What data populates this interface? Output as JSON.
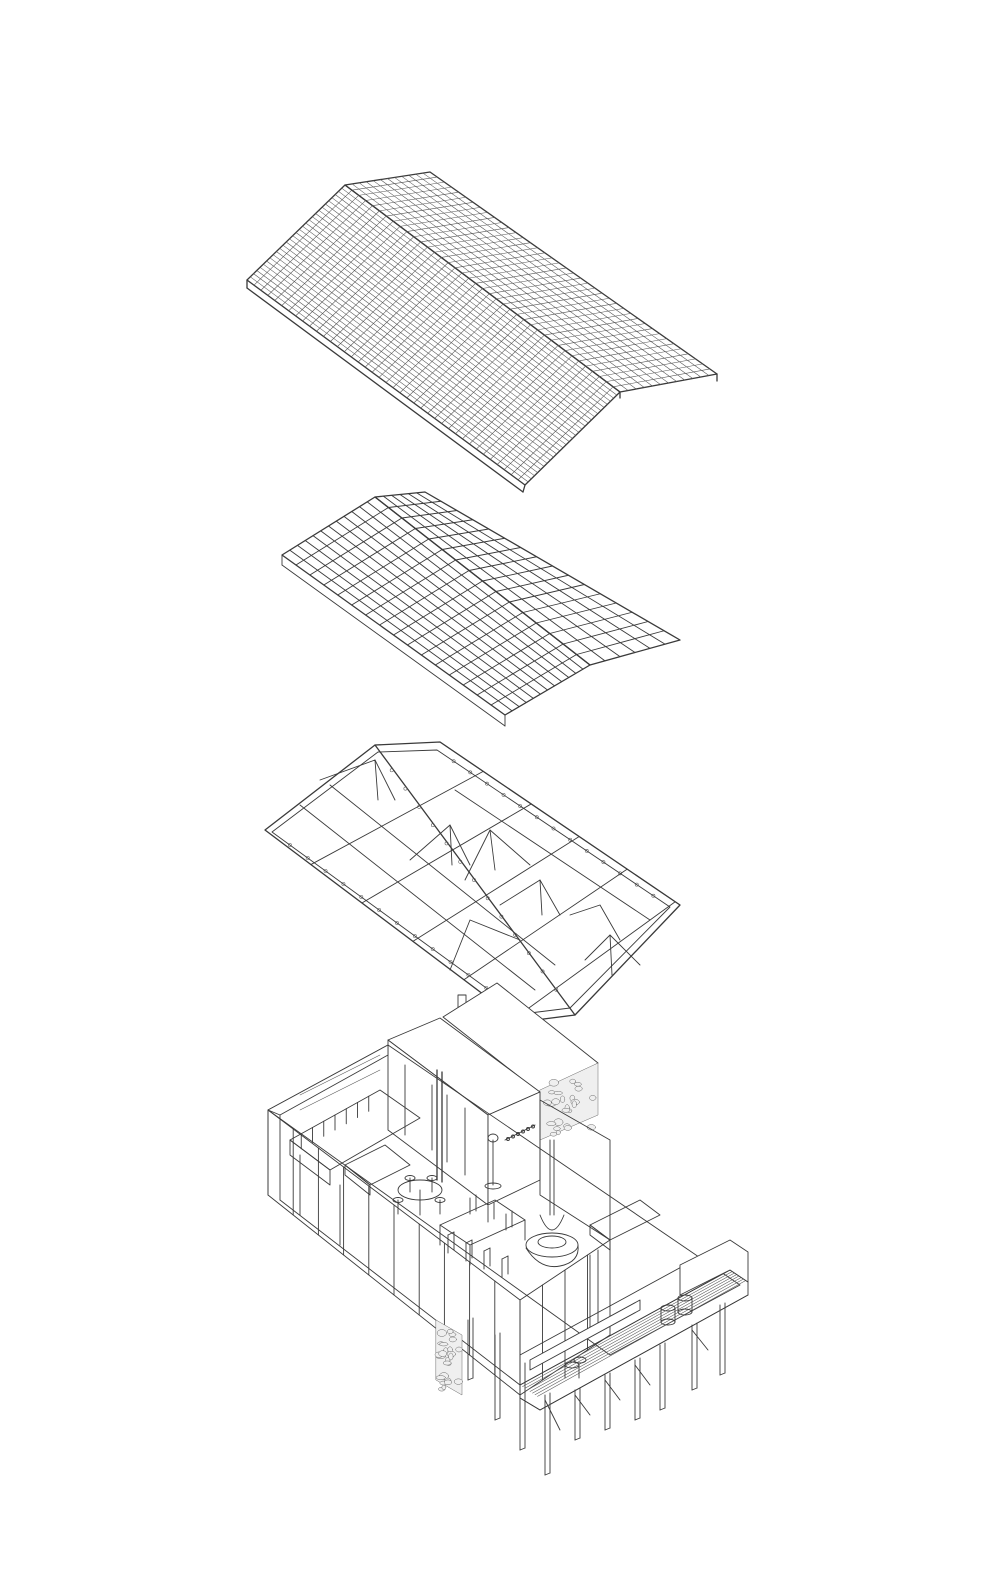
{
  "drawing": {
    "type": "exploded-axonometric",
    "layers": [
      {
        "name": "roof-cladding"
      },
      {
        "name": "roof-battens"
      },
      {
        "name": "roof-trusses"
      },
      {
        "name": "cabin-volume"
      }
    ]
  },
  "colors": {
    "background": "#ffffff",
    "linework": "#3a3a3a"
  }
}
